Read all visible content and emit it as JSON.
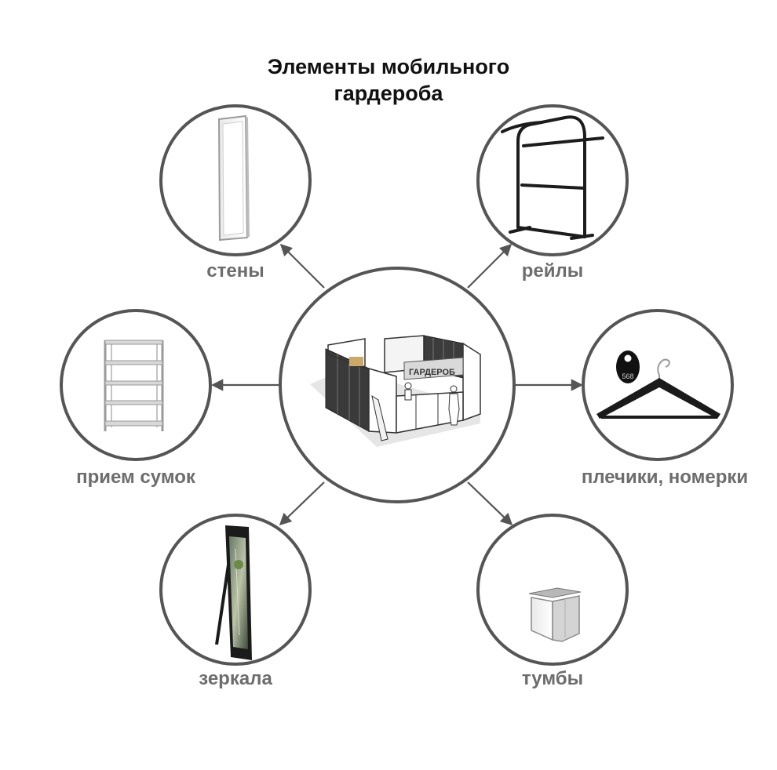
{
  "title": {
    "line1": "Элементы мобильного",
    "line2": "гардероба"
  },
  "center": {
    "sign_text": "ГАРДЕРОБ",
    "image": "mobile-wardrobe-booth"
  },
  "items": [
    {
      "key": "walls",
      "label": "стены",
      "image": "wall-panel"
    },
    {
      "key": "rails",
      "label": "рейлы",
      "image": "clothes-rail"
    },
    {
      "key": "shelves",
      "label": "прием сумок",
      "image": "shelving-unit"
    },
    {
      "key": "hangers",
      "label": "плечики, номерки",
      "image": "hanger-and-tag",
      "tag_number": "568"
    },
    {
      "key": "mirrors",
      "label": "зеркала",
      "image": "standing-mirror"
    },
    {
      "key": "stands",
      "label": "тумбы",
      "image": "counter-stand"
    }
  ],
  "colors": {
    "circle_stroke": "#555555",
    "arrow": "#555555",
    "label": "#6d6d6d",
    "title": "#111111"
  }
}
